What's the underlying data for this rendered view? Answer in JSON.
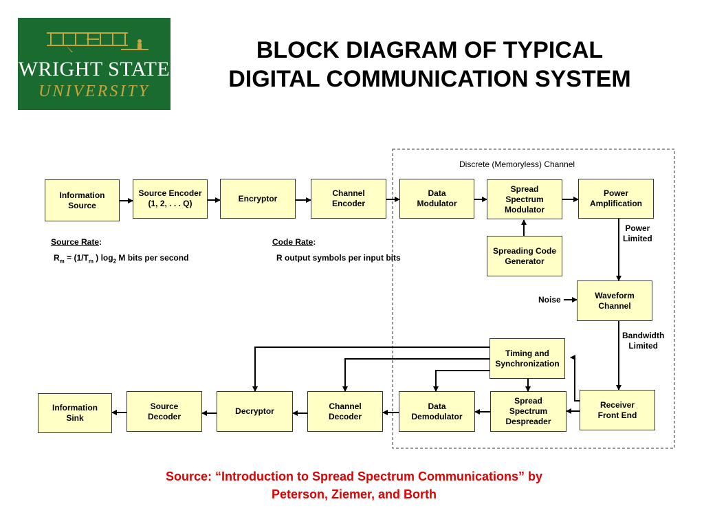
{
  "logo": {
    "name": "WRIGHT STATE",
    "sub": "UNIVERSITY"
  },
  "title": {
    "line1": "BLOCK DIAGRAM OF TYPICAL",
    "line2": "DIGITAL COMMUNICATION SYSTEM"
  },
  "channel_label": "Discrete (Memoryless) Channel",
  "blocks": {
    "info_source": [
      "Information",
      "Source"
    ],
    "source_encoder": [
      "Source Encoder",
      "(1, 2, . . . Q)"
    ],
    "encryptor": [
      "Encryptor"
    ],
    "channel_encoder": [
      "Channel",
      "Encoder"
    ],
    "data_modulator": [
      "Data",
      "Modulator"
    ],
    "ss_modulator": [
      "Spread",
      "Spectrum",
      "Modulator"
    ],
    "power_amp": [
      "Power",
      "Amplification"
    ],
    "spreading_code": [
      "Spreading Code",
      "Generator"
    ],
    "waveform_channel": [
      "Waveform",
      "Channel"
    ],
    "timing_sync": [
      "Timing and",
      "Synchronization"
    ],
    "info_sink": [
      "Information",
      "Sink"
    ],
    "source_decoder": [
      "Source",
      "Decoder"
    ],
    "decryptor": [
      "Decryptor"
    ],
    "channel_decoder": [
      "Channel",
      "Decoder"
    ],
    "data_demodulator": [
      "Data",
      "Demodulator"
    ],
    "ss_despreader": [
      "Spread",
      "Spectrum",
      "Despreader"
    ],
    "receiver_front_end": [
      "Receiver",
      "Front End"
    ]
  },
  "notes": {
    "power_limited": [
      "Power",
      "Limited"
    ],
    "bandwidth_limited": [
      "Bandwidth",
      "Limited"
    ],
    "noise": "Noise",
    "source_rate_label": "Source Rate",
    "source_rate_formula": {
      "r": "R",
      "r_sub": "m",
      "eq": " = (1/T",
      "t_sub": "m",
      "log": " ) log",
      "log_sub": "2",
      "rest": " M  bits per second"
    },
    "code_rate_label": "Code Rate",
    "code_rate_text": "R output symbols per input bits",
    "colon": ":"
  },
  "citation": {
    "line1": "Source: “Introduction to Spread Spectrum Communications” by",
    "line2": "Peterson, Ziemer, and Borth"
  },
  "colors": {
    "box_fill": "#ffffc6",
    "logo_green": "#1a6b2f",
    "logo_gold": "#c7a53a",
    "citation": "#e00000"
  }
}
